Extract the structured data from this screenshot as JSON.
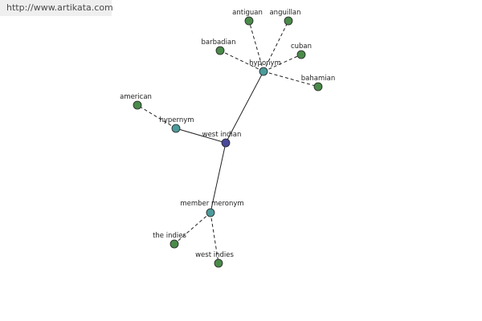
{
  "watermark": "http://www.artikata.com",
  "colors": {
    "center": "#4a4a9a",
    "relation": "#4c9a9a",
    "leaf": "#4a8a4a",
    "edge": "#222222"
  },
  "nodes": {
    "center": "west indian",
    "hyponym": "hyponym",
    "hypernym": "hypernym",
    "member_meronym": "member meronym",
    "antiguan": "antiguan",
    "anguillan": "anguillan",
    "barbadian": "barbadian",
    "cuban": "cuban",
    "bahamian": "bahamian",
    "american": "american",
    "the_indies": "the indies",
    "west_indies": "west indies"
  }
}
